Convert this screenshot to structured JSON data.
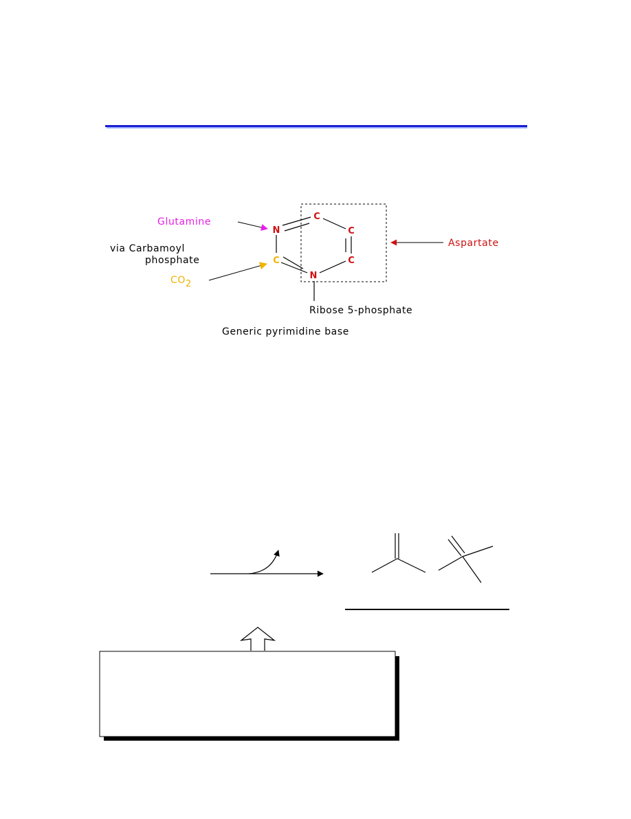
{
  "diagram": {
    "atoms": {
      "n1": "N",
      "c6": "C",
      "c5": "C",
      "c4": "C",
      "n3": "N",
      "c2": "C"
    },
    "labels": {
      "glutamine": "Glutamine",
      "carbamoyl_line1": "via Carbamoyl",
      "carbamoyl_line2": "phosphate",
      "co2_main": "CO",
      "co2_sub": "2",
      "aspartate": "Aspartate",
      "ribose": "Ribose 5-phosphate",
      "caption": "Generic pyrimidine base"
    },
    "colors": {
      "glutamine": "#e81ee8",
      "co2": "#f0b400",
      "aspartate": "#d01010",
      "atom_red": "#d01010",
      "header_rule": "#1a1fd0",
      "header_rule_shadow": "#9fb4ff"
    }
  },
  "reaction_sketch": {
    "arrows": [
      "reaction-arrow",
      "curved-side-arrow",
      "hollow-up-arrow"
    ],
    "box_text": ""
  }
}
